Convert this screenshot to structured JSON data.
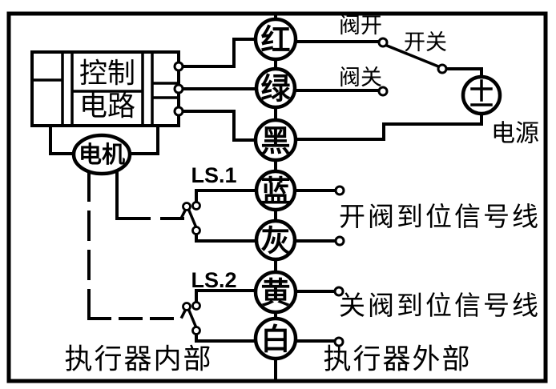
{
  "diagram_type": "valve-actuator-wiring-diagram",
  "control_box": {
    "row1": "控制",
    "row2": "电路"
  },
  "motor": {
    "label": "电机"
  },
  "wires": [
    {
      "name": "red",
      "label": "红"
    },
    {
      "name": "green",
      "label": "绿"
    },
    {
      "name": "black",
      "label": "黑"
    },
    {
      "name": "blue",
      "label": "蓝"
    },
    {
      "name": "gray",
      "label": "灰"
    },
    {
      "name": "yellow",
      "label": "黄"
    },
    {
      "name": "white",
      "label": "白"
    }
  ],
  "limit_switches": [
    {
      "label": "LS.1"
    },
    {
      "label": "LS.2"
    }
  ],
  "labels": {
    "valve_open": "阀开",
    "valve_close": "阀关",
    "power_switch": "开关",
    "power_supply": "电源",
    "open_signal": "开阀到位信号线",
    "close_signal": "关阀到位信号线",
    "actuator_inside": "执行器内部",
    "actuator_outside": "执行器外部"
  },
  "icons": {
    "power_polarity": "±"
  },
  "colors": {
    "line": "#000000",
    "background": "#ffffff"
  }
}
